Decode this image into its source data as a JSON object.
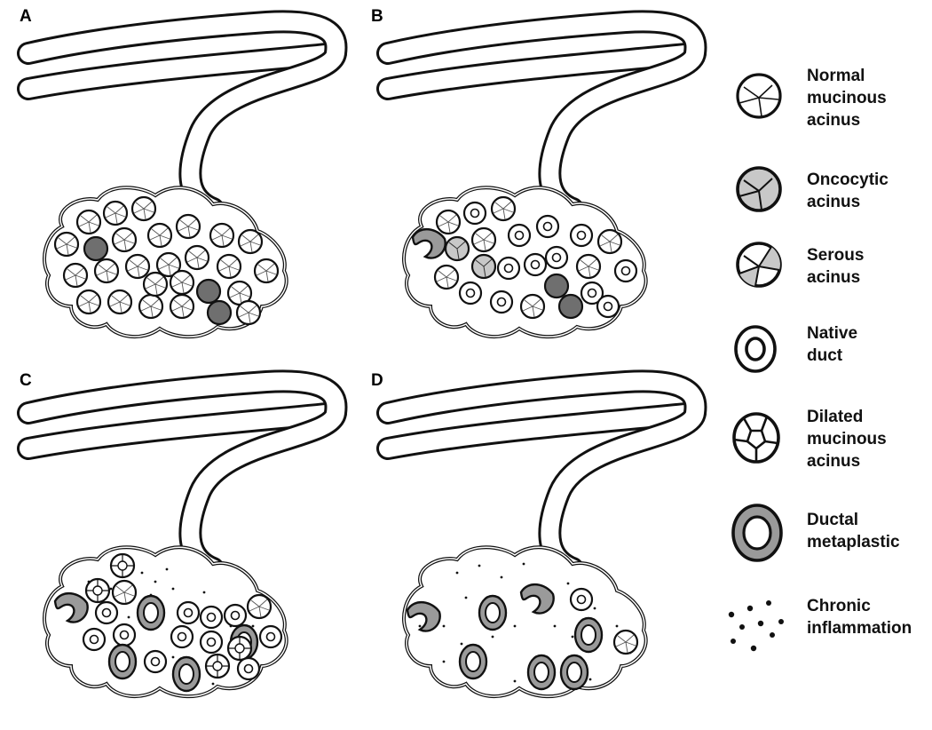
{
  "panels": [
    {
      "letter": "A",
      "stage": "normal"
    },
    {
      "letter": "B",
      "stage": "oncocytic-serous-ductal"
    },
    {
      "letter": "C",
      "stage": "dilated-metaplastic-inflamed"
    },
    {
      "letter": "D",
      "stage": "atrophic-inflamed"
    }
  ],
  "legend": [
    {
      "icon": "normal-mucinous-acinus-icon",
      "lines": [
        "Normal",
        "mucinous",
        "acinus"
      ]
    },
    {
      "icon": "oncocytic-acinus-icon",
      "lines": [
        "Oncocytic",
        "acinus"
      ]
    },
    {
      "icon": "serous-acinus-icon",
      "lines": [
        "Serous",
        "acinus"
      ]
    },
    {
      "icon": "native-duct-icon",
      "lines": [
        "Native",
        "duct"
      ]
    },
    {
      "icon": "dilated-mucinous-acinus-icon",
      "lines": [
        "Dilated",
        "mucinous",
        "acinus"
      ]
    },
    {
      "icon": "ductal-metaplastic-icon",
      "lines": [
        "Ductal",
        "metaplastic"
      ]
    },
    {
      "icon": "chronic-inflammation-icon",
      "lines": [
        "Chronic",
        "inflammation"
      ]
    }
  ],
  "colors": {
    "outline": "#111111",
    "oncocytic_fill": "#c8c8c8",
    "dark_acinus_fill": "#777777",
    "metaplastic_fill": "#9a9a9a",
    "background": "#ffffff"
  }
}
